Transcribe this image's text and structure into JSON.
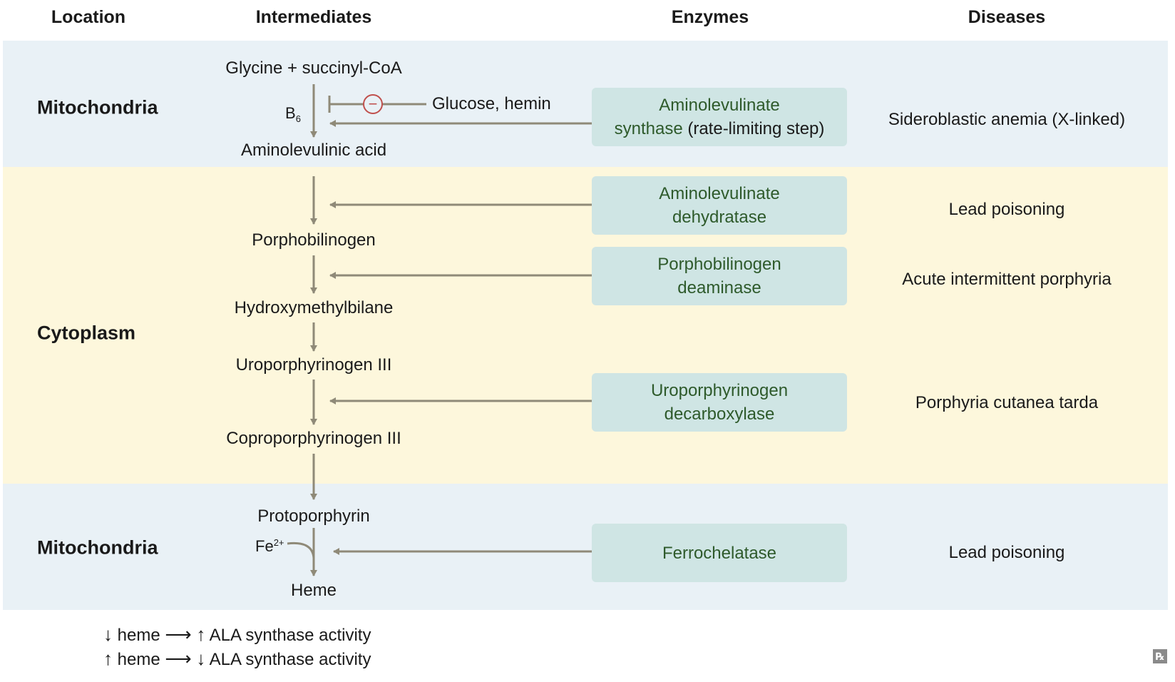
{
  "headers": {
    "location": "Location",
    "intermediates": "Intermediates",
    "enzymes": "Enzymes",
    "diseases": "Diseases"
  },
  "colors": {
    "mito_band": "#e9f1f6",
    "cyto_band": "#fdf7dc",
    "enzyme_box": "#cfe5e4",
    "enzyme_text": "#2e5a2b",
    "arrow": "#8f8a78",
    "inhibit_circle": "#c0504d"
  },
  "locations": {
    "mito_top": "Mitochondria",
    "cytoplasm": "Cytoplasm",
    "mito_bottom": "Mitochondria"
  },
  "intermediates": {
    "glycine": "Glycine + succinyl-CoA",
    "ala": "Aminolevulinic acid",
    "pbg": "Porphobilinogen",
    "hmb": "Hydroxymethylbilane",
    "uro": "Uroporphyrinogen III",
    "copro": "Coproporphyrinogen III",
    "proto": "Protoporphyrin",
    "heme": "Heme"
  },
  "cofactors": {
    "b6_base": "B",
    "b6_sub": "6",
    "fe_base": "Fe",
    "fe_sup": "2+",
    "inhibitor": "Glucose, hemin",
    "inhibit_symbol": "−"
  },
  "enzymes": {
    "alas_line1": "Aminolevulinate",
    "alas_line2_a": "synthase",
    "alas_line2_b": " (rate-limiting step)",
    "alad_line1": "Aminolevulinate",
    "alad_line2": "dehydratase",
    "pbgd_line1": "Porphobilinogen",
    "pbgd_line2": "deaminase",
    "urod_line1": "Uroporphyrinogen",
    "urod_line2": "decarboxylase",
    "fech": "Ferrochelatase"
  },
  "diseases": {
    "sideroblastic": "Sideroblastic anemia (X-linked)",
    "lead1": "Lead poisoning",
    "aip": "Acute intermittent porphyria",
    "pct": "Porphyria cutanea tarda",
    "lead2": "Lead poisoning"
  },
  "notes": {
    "line1_down": "↓",
    "line1_heme": " heme ",
    "line1_arrow": "⟶",
    "line1_up": "↑",
    "line1_text": " ALA synthase activity",
    "line2_up": "↑",
    "line2_heme": " heme ",
    "line2_arrow": "⟶",
    "line2_down": "↓",
    "line2_text": " ALA synthase activity"
  },
  "logo": "℞"
}
